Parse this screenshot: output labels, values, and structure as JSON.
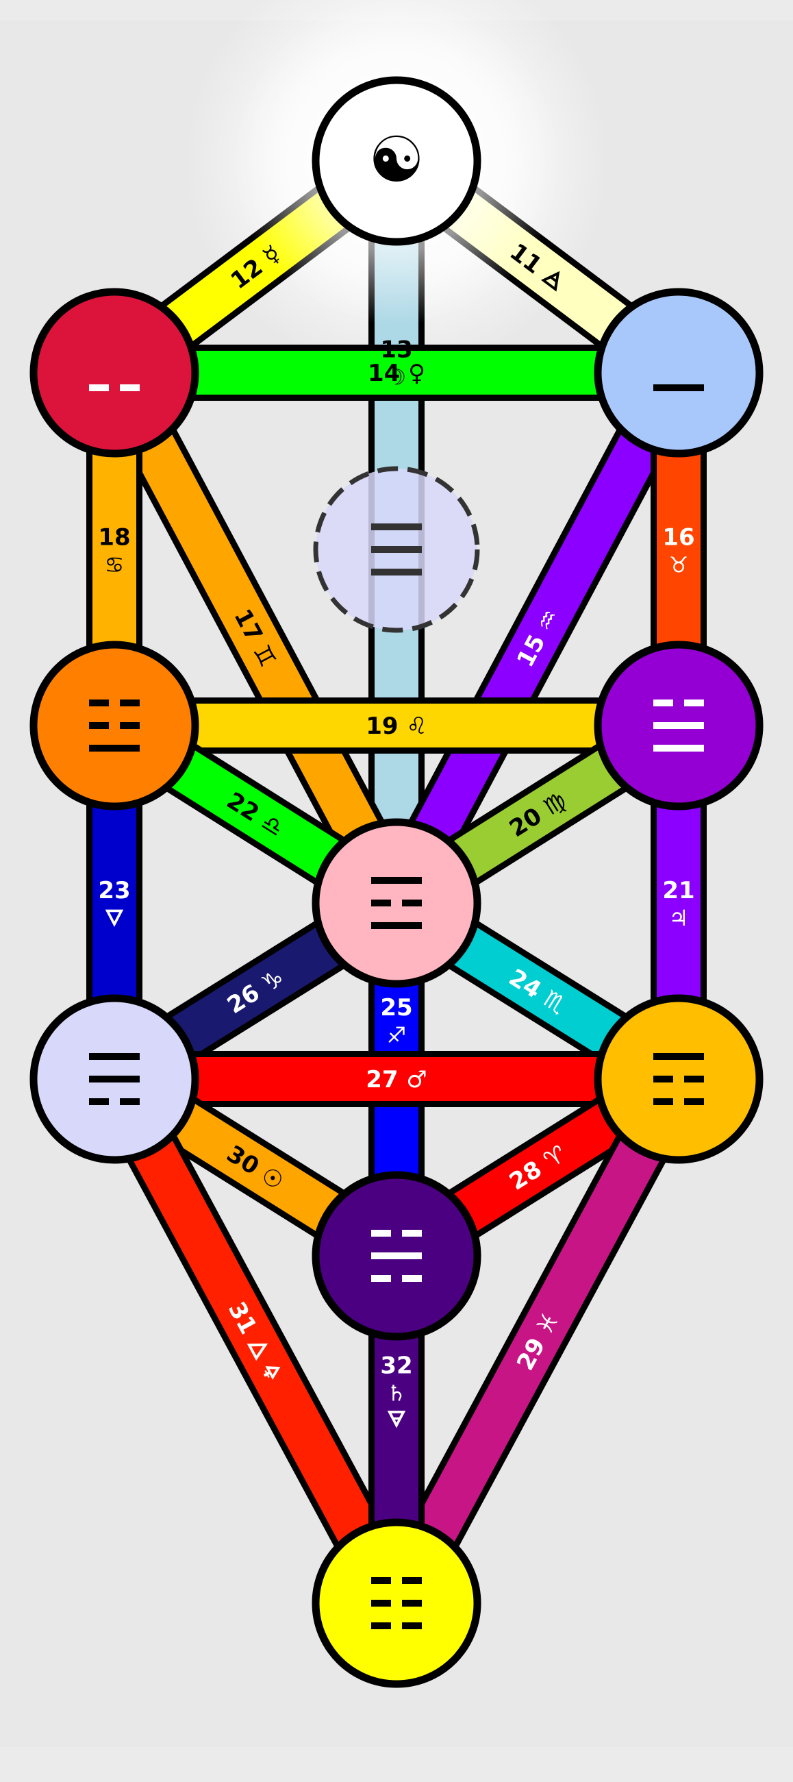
{
  "colors": {
    "background": "#ebebeb",
    "outline": "#000000",
    "glow": "#ffffff"
  },
  "spheres": [
    {
      "id": "s1",
      "fill": "#ffffff",
      "symbol": "☯",
      "symbol_color": "#000000",
      "dashed": false
    },
    {
      "id": "s2",
      "fill": "#a8c8fb",
      "lines": [
        "solid"
      ],
      "line_color": "#000000",
      "dashed": false
    },
    {
      "id": "s3",
      "fill": "#dc143c",
      "lines": [
        "broken"
      ],
      "line_color": "#ffffff",
      "dashed": false
    },
    {
      "id": "daath",
      "fill": "#d8d8fa",
      "lines": [
        "solid",
        "solid",
        "solid"
      ],
      "line_color": "#333333",
      "dashed": true
    },
    {
      "id": "s4",
      "fill": "#9400d3",
      "lines": [
        "broken",
        "solid",
        "solid"
      ],
      "line_color": "#ffffff",
      "dashed": false
    },
    {
      "id": "s5",
      "fill": "#ff7f00",
      "lines": [
        "broken",
        "broken",
        "solid"
      ],
      "line_color": "#000000",
      "dashed": false
    },
    {
      "id": "s6",
      "fill": "#ffb6c1",
      "lines": [
        "solid",
        "broken",
        "solid"
      ],
      "line_color": "#000000",
      "dashed": false
    },
    {
      "id": "s7",
      "fill": "#ffbf00",
      "lines": [
        "solid",
        "broken",
        "broken"
      ],
      "line_color": "#000000",
      "dashed": false
    },
    {
      "id": "s8",
      "fill": "#d8d8fa",
      "lines": [
        "solid",
        "solid",
        "broken"
      ],
      "line_color": "#000000",
      "dashed": false
    },
    {
      "id": "s9",
      "fill": "#4b0082",
      "lines": [
        "broken",
        "solid",
        "broken"
      ],
      "line_color": "#ffffff",
      "dashed": false
    },
    {
      "id": "s10",
      "fill": "#ffff00",
      "lines": [
        "broken",
        "broken",
        "broken"
      ],
      "line_color": "#000000",
      "dashed": false
    }
  ],
  "paths": [
    {
      "num": "11",
      "sym": "🜁",
      "from": "s1",
      "to": "s2",
      "fill": "#ffffc0",
      "text": "#000000"
    },
    {
      "num": "12",
      "sym": "☿",
      "from": "s1",
      "to": "s3",
      "fill": "#ffff00",
      "text": "#000000"
    },
    {
      "num": "13",
      "sym": "☽",
      "from": "s1",
      "to": "s6",
      "fill": "#add8e6",
      "text": "#000000"
    },
    {
      "num": "14",
      "sym": "♀",
      "from": "s3",
      "to": "s2",
      "fill": "#00ff00",
      "text": "#000000"
    },
    {
      "num": "15",
      "sym": "♒",
      "from": "s2",
      "to": "s6",
      "fill": "#8b00ff",
      "text": "#ffffff"
    },
    {
      "num": "16",
      "sym": "♉",
      "from": "s2",
      "to": "s4",
      "fill": "#ff4500",
      "text": "#ffffff"
    },
    {
      "num": "17",
      "sym": "♊",
      "from": "s3",
      "to": "s6",
      "fill": "#ffa500",
      "text": "#000000"
    },
    {
      "num": "18",
      "sym": "♋",
      "from": "s3",
      "to": "s5",
      "fill": "#ffb300",
      "text": "#000000"
    },
    {
      "num": "19",
      "sym": "♌",
      "from": "s5",
      "to": "s4",
      "fill": "#ffd700",
      "text": "#000000"
    },
    {
      "num": "20",
      "sym": "♍",
      "from": "s4",
      "to": "s6",
      "fill": "#9acd32",
      "text": "#000000"
    },
    {
      "num": "21",
      "sym": "♃",
      "from": "s4",
      "to": "s7",
      "fill": "#8b00ff",
      "text": "#ffffff"
    },
    {
      "num": "22",
      "sym": "♎",
      "from": "s5",
      "to": "s6",
      "fill": "#00ff00",
      "text": "#000000"
    },
    {
      "num": "23",
      "sym": "🜄",
      "from": "s5",
      "to": "s8",
      "fill": "#0000cd",
      "text": "#ffffff"
    },
    {
      "num": "24",
      "sym": "♏",
      "from": "s6",
      "to": "s7",
      "fill": "#00ced1",
      "text": "#ffffff"
    },
    {
      "num": "25",
      "sym": "♐",
      "from": "s6",
      "to": "s9",
      "fill": "#0000ff",
      "text": "#ffffff"
    },
    {
      "num": "26",
      "sym": "♑",
      "from": "s6",
      "to": "s8",
      "fill": "#191970",
      "text": "#ffffff"
    },
    {
      "num": "27",
      "sym": "♂",
      "from": "s8",
      "to": "s7",
      "fill": "#ff0000",
      "text": "#ffffff"
    },
    {
      "num": "28",
      "sym": "♈",
      "from": "s9",
      "to": "s7",
      "fill": "#ff0000",
      "text": "#ffffff"
    },
    {
      "num": "29",
      "sym": "♓",
      "from": "s10",
      "to": "s7",
      "fill": "#c71585",
      "text": "#ffffff"
    },
    {
      "num": "30",
      "sym": "☉",
      "from": "s8",
      "to": "s9",
      "fill": "#ffa500",
      "text": "#000000"
    },
    {
      "num": "31",
      "sym": "🜂 🜍",
      "from": "s8",
      "to": "s10",
      "fill": "#ff2000",
      "text": "#ffffff"
    },
    {
      "num": "32",
      "sym": "♄ 🜃",
      "from": "s9",
      "to": "s10",
      "fill": "#4b0082",
      "text": "#ffffff"
    }
  ]
}
